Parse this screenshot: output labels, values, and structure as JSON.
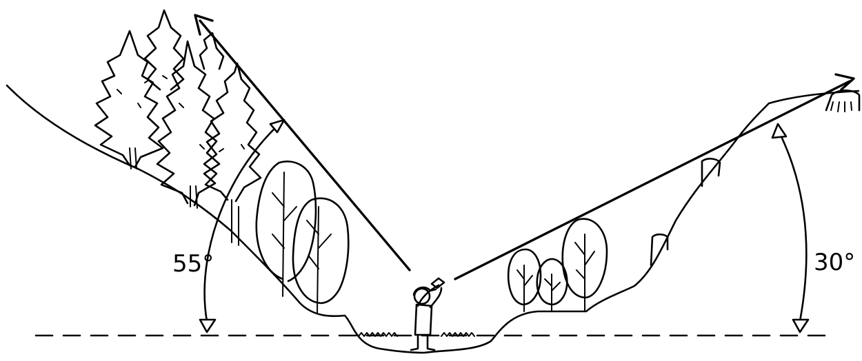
{
  "figure": {
    "left_angle": {
      "value": 55,
      "label": "55°"
    },
    "right_angle": {
      "value": 30,
      "label": "30°"
    }
  }
}
